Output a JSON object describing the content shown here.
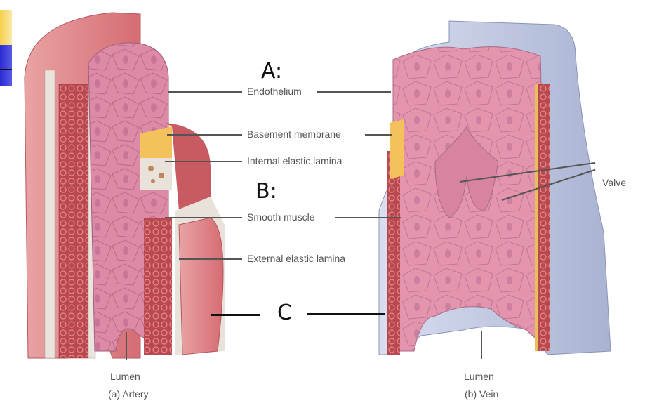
{
  "slide_accent": {
    "yellow": "#f5cf4a",
    "blue": "#2a2bd0"
  },
  "colors": {
    "artery_wall": "#d9767a",
    "artery_muscle": "#b9484f",
    "endothelium": "#e08aa5",
    "basement_membrane": "#f3c25c",
    "elastic_lamina": "#e8e2da",
    "vein_adventitia": "#b8c2dc",
    "label_text": "#555555",
    "handwriting": "#111111"
  },
  "labels": {
    "endothelium": "Endothelium",
    "basement_membrane": "Basement membrane",
    "internal_elastic_lamina": "Internal elastic lamina",
    "smooth_muscle": "Smooth muscle",
    "external_elastic_lamina": "External elastic lamina",
    "valve": "Valve",
    "artery_lumen": "Lumen",
    "vein_lumen": "Lumen",
    "artery_caption": "(a) Artery",
    "vein_caption": "(b) Vein"
  },
  "handwritten": {
    "a": "A:",
    "b": "B:",
    "c": "C"
  }
}
